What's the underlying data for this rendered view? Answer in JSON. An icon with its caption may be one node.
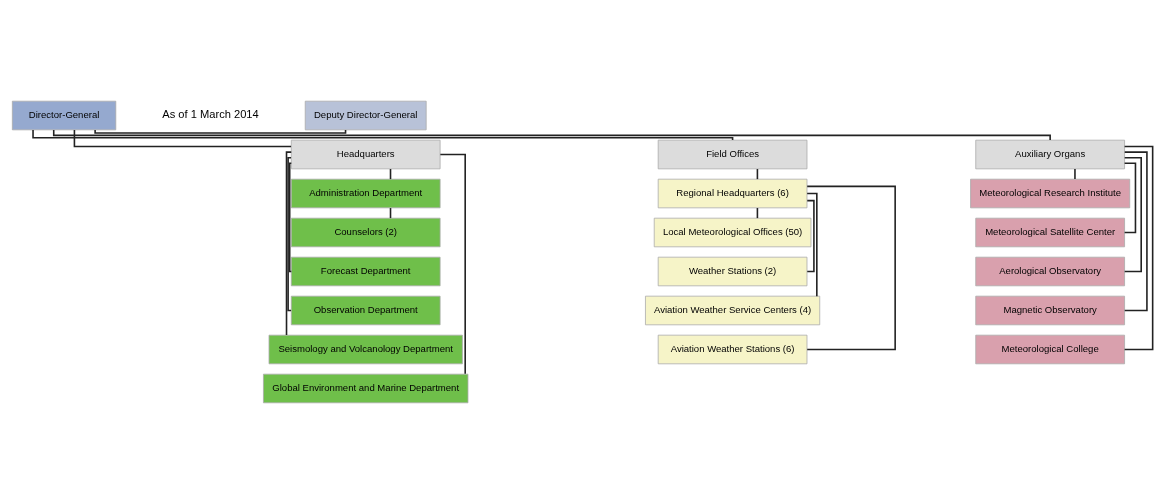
{
  "diagram": {
    "nodes": [
      {
        "text": [
          "Director-General"
        ]
      },
      {
        "text": [
          "Deputy Director-General"
        ]
      },
      {
        "text": [
          "Headquarters"
        ]
      },
      {
        "text": [
          "Field Offices"
        ]
      },
      {
        "text": [
          "Auxiliary Organs"
        ]
      },
      {
        "text": [
          "Administration Department"
        ]
      },
      {
        "text": [
          "Counselors (2)"
        ]
      },
      {
        "text": [
          "Forecast Department"
        ]
      },
      {
        "text": [
          "Observation Department"
        ]
      },
      {
        "text": [
          "Seismology and Volcanology Department"
        ]
      },
      {
        "text": [
          "Global Environment and Marine Department"
        ]
      },
      {
        "text": [
          "Regional Headquarters (6)"
        ]
      },
      {
        "text": [
          "Local Meteorological Offices (50)"
        ]
      },
      {
        "text": [
          "Weather Stations (2)"
        ]
      },
      {
        "text": [
          "Aviation Weather Service Centers (4)"
        ]
      },
      {
        "text": [
          "Aviation Weather Stations (6)"
        ]
      },
      {
        "text": [
          "Meteorological Research Institute"
        ]
      },
      {
        "text": [
          "Meteorological Satellite Center"
        ]
      },
      {
        "text": [
          "Aerological Observatory"
        ]
      },
      {
        "text": [
          "Magnetic Observatory"
        ]
      },
      {
        "text": [
          "Meteorological College"
        ]
      }
    ],
    "edges": [
      {
        "from": 0,
        "to": 1,
        "arrow": "none"
      },
      {
        "from": 0,
        "to": 2,
        "arrow": "none"
      },
      {
        "from": 0,
        "to": 3,
        "arrow": "none"
      },
      {
        "from": 0,
        "to": 4,
        "arrow": "none"
      },
      {
        "from": 2,
        "to": 5,
        "arrow": "none"
      },
      {
        "from": 5,
        "to": 6,
        "arrow": "none"
      },
      {
        "from": 2,
        "to": 7,
        "arrow": "none"
      },
      {
        "from": 2,
        "to": 8,
        "arrow": "none"
      },
      {
        "from": 2,
        "to": 9,
        "arrow": "none"
      },
      {
        "from": 2,
        "to": 10,
        "arrow": "none"
      },
      {
        "from": 3,
        "to": 11,
        "arrow": "none"
      },
      {
        "from": 11,
        "to": 12,
        "arrow": "none"
      },
      {
        "from": 11,
        "to": 13,
        "arrow": "none"
      },
      {
        "from": 11,
        "to": 14,
        "arrow": "none"
      },
      {
        "from": 11,
        "to": 15,
        "arrow": "none"
      },
      {
        "from": 4,
        "to": 16,
        "arrow": "none"
      },
      {
        "from": 4,
        "to": 17,
        "arrow": "none"
      },
      {
        "from": 4,
        "to": 18,
        "arrow": "none"
      },
      {
        "from": 4,
        "to": 19,
        "arrow": "none"
      },
      {
        "from": 4,
        "to": 20,
        "arrow": "none"
      }
    ],
    "labels": [
      "As of 1 March 2014"
    ]
  }
}
